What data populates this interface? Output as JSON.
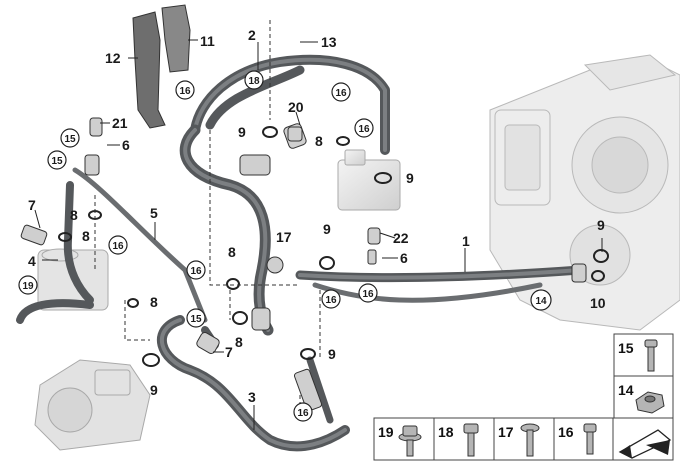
{
  "callouts": {
    "c1": "1",
    "c2": "2",
    "c3": "3",
    "c4": "4",
    "c5": "5",
    "c6a": "6",
    "c6b": "6",
    "c7a": "7",
    "c7b": "7",
    "c8a": "8",
    "c8b": "8",
    "c8c": "8",
    "c8d": "8",
    "c8e": "8",
    "c8f": "8",
    "c9a": "9",
    "c9b": "9",
    "c9c": "9",
    "c9d": "9",
    "c9e": "9",
    "c9f": "9",
    "c10": "10",
    "c11": "11",
    "c12": "12",
    "c13": "13",
    "c17": "17",
    "c20": "20",
    "c21": "21",
    "c22": "22"
  },
  "circled": {
    "k14": "14",
    "k15a": "15",
    "k15b": "15",
    "k15c": "15",
    "k16a": "16",
    "k16b": "16",
    "k16c": "16",
    "k16d": "16",
    "k16e": "16",
    "k16f": "16",
    "k16g": "16",
    "k16h": "16",
    "k18": "18",
    "k19": "19"
  },
  "legend": {
    "l15": "15",
    "l14": "14",
    "l19": "19",
    "l18": "18",
    "l17": "17",
    "l16": "16"
  },
  "colors": {
    "hose": "#5a5d60",
    "hose_light": "#9a9c9e",
    "part_gray": "#bdbdbd",
    "outline": "#333333",
    "legend_border": "#444444"
  }
}
